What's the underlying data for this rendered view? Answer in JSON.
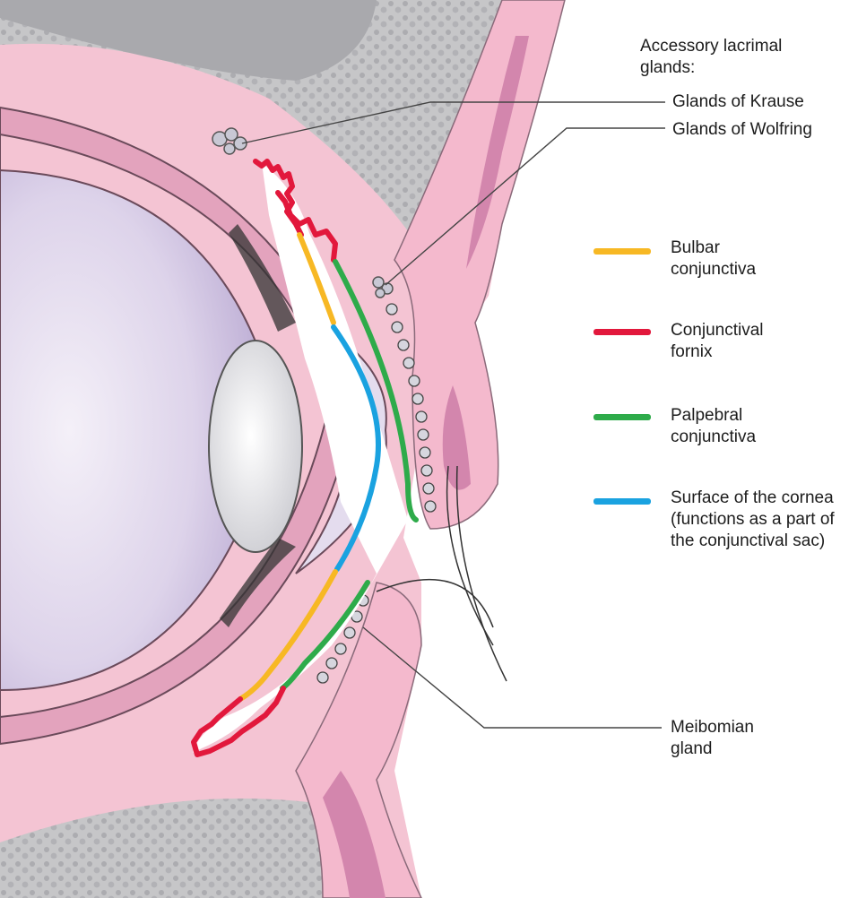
{
  "annotations": {
    "accessory_glands_heading": "Accessory lacrimal glands:",
    "glands_of_krause": "Glands of Krause",
    "glands_of_wolfring": "Glands of Wolfring",
    "meibomian_gland": "Meibomian gland"
  },
  "legend": [
    {
      "label": "Bulbar conjunctiva",
      "color": "#f7b824"
    },
    {
      "label": "Conjunctival fornix",
      "color": "#e2183c"
    },
    {
      "label": "Palpebral conjunctiva",
      "color": "#2eab4a"
    },
    {
      "label": "Surface of the cornea (functions as a part of the conjunctival sac)",
      "color": "#1aa2e0"
    }
  ],
  "colors": {
    "lid_tissue": "#f3c2d2",
    "lid_dark": "#d98fb2",
    "bone": "#c2c2c4",
    "globe": "#d7cde8",
    "lens": "#ececf0"
  }
}
